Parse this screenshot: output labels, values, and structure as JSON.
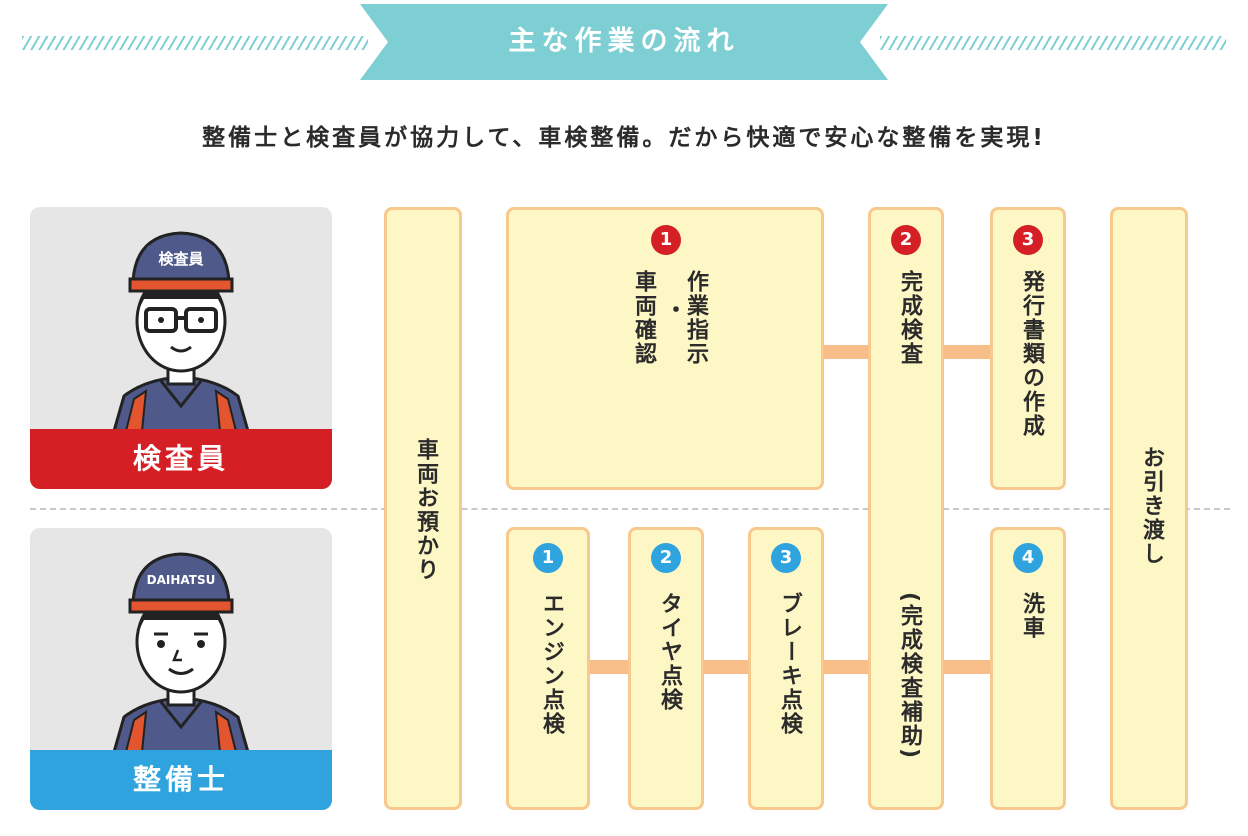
{
  "header": {
    "title": "主な作業の流れ"
  },
  "subtitle": "整備士と検査員が協力して、車検整備。だから快適で安心な整備を実現!",
  "roles": {
    "inspector": {
      "label": "検査員",
      "cap_label": "検査員",
      "color": "#d42025"
    },
    "mechanic": {
      "label": "整備士",
      "cap_label": "DAIHATSU",
      "color": "#2ea3dd"
    }
  },
  "flow": {
    "reception": "車両お預かり",
    "handover": "お引き渡し",
    "inspector_steps": [
      {
        "num": "1",
        "line1": "作業指示",
        "dot": "・",
        "line2": "車両確認"
      },
      {
        "num": "2",
        "label": "完成検査",
        "assist": "(完成検査補助)"
      },
      {
        "num": "3",
        "label": "発行書類の作成"
      }
    ],
    "mechanic_steps": [
      {
        "num": "1",
        "label": "エンジン点検"
      },
      {
        "num": "2",
        "label": "タイヤ点検"
      },
      {
        "num": "3",
        "label": "ブレーキ点検"
      },
      {
        "num": "4",
        "label": "洗車"
      }
    ]
  },
  "colors": {
    "accent": "#7ecfd3",
    "box_fill": "#fdf6c5",
    "box_border": "#f7c98d",
    "connector": "#f7be8a"
  }
}
